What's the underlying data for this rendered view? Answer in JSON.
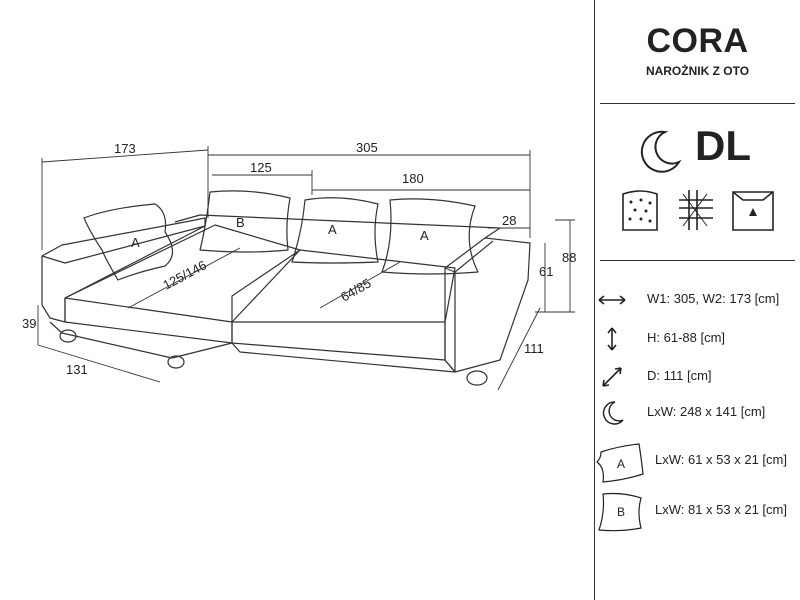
{
  "product": {
    "name": "CORA",
    "subtitle": "NAROŻNIK Z OTO"
  },
  "badges": {
    "sleep_icon": "moon-icon",
    "variant": "DL",
    "features": [
      "mattress-icon",
      "frame-icon",
      "storage-icon"
    ]
  },
  "drawing": {
    "dimensions": {
      "w2": "173",
      "w1": "305",
      "seat_left": "125",
      "seat_right": "180",
      "armrest": "28",
      "height_total": "88",
      "height_arm": "61",
      "depth": "111",
      "chaise_width": "131",
      "leg_height": "39",
      "chaise_sleep": "125/146",
      "seat_depth": "64/85"
    },
    "pillows": {
      "left": "A",
      "back_b": "B",
      "center": "A",
      "right": "A"
    }
  },
  "specs": [
    {
      "icon": "width-arrow-icon",
      "text": "W1: 305, W2: 173 [cm]"
    },
    {
      "icon": "height-arrow-icon",
      "text": "H: 61-88 [cm]"
    },
    {
      "icon": "depth-arrow-icon",
      "text": "D: 111 [cm]"
    },
    {
      "icon": "moon-icon",
      "text": "LxW: 248 x 141 [cm]"
    }
  ],
  "pillow_specs": [
    {
      "letter": "A",
      "text": "LxW: 61 x 53 x 21 [cm]"
    },
    {
      "letter": "B",
      "text": "LxW: 81 x 53 x 21 [cm]"
    }
  ]
}
